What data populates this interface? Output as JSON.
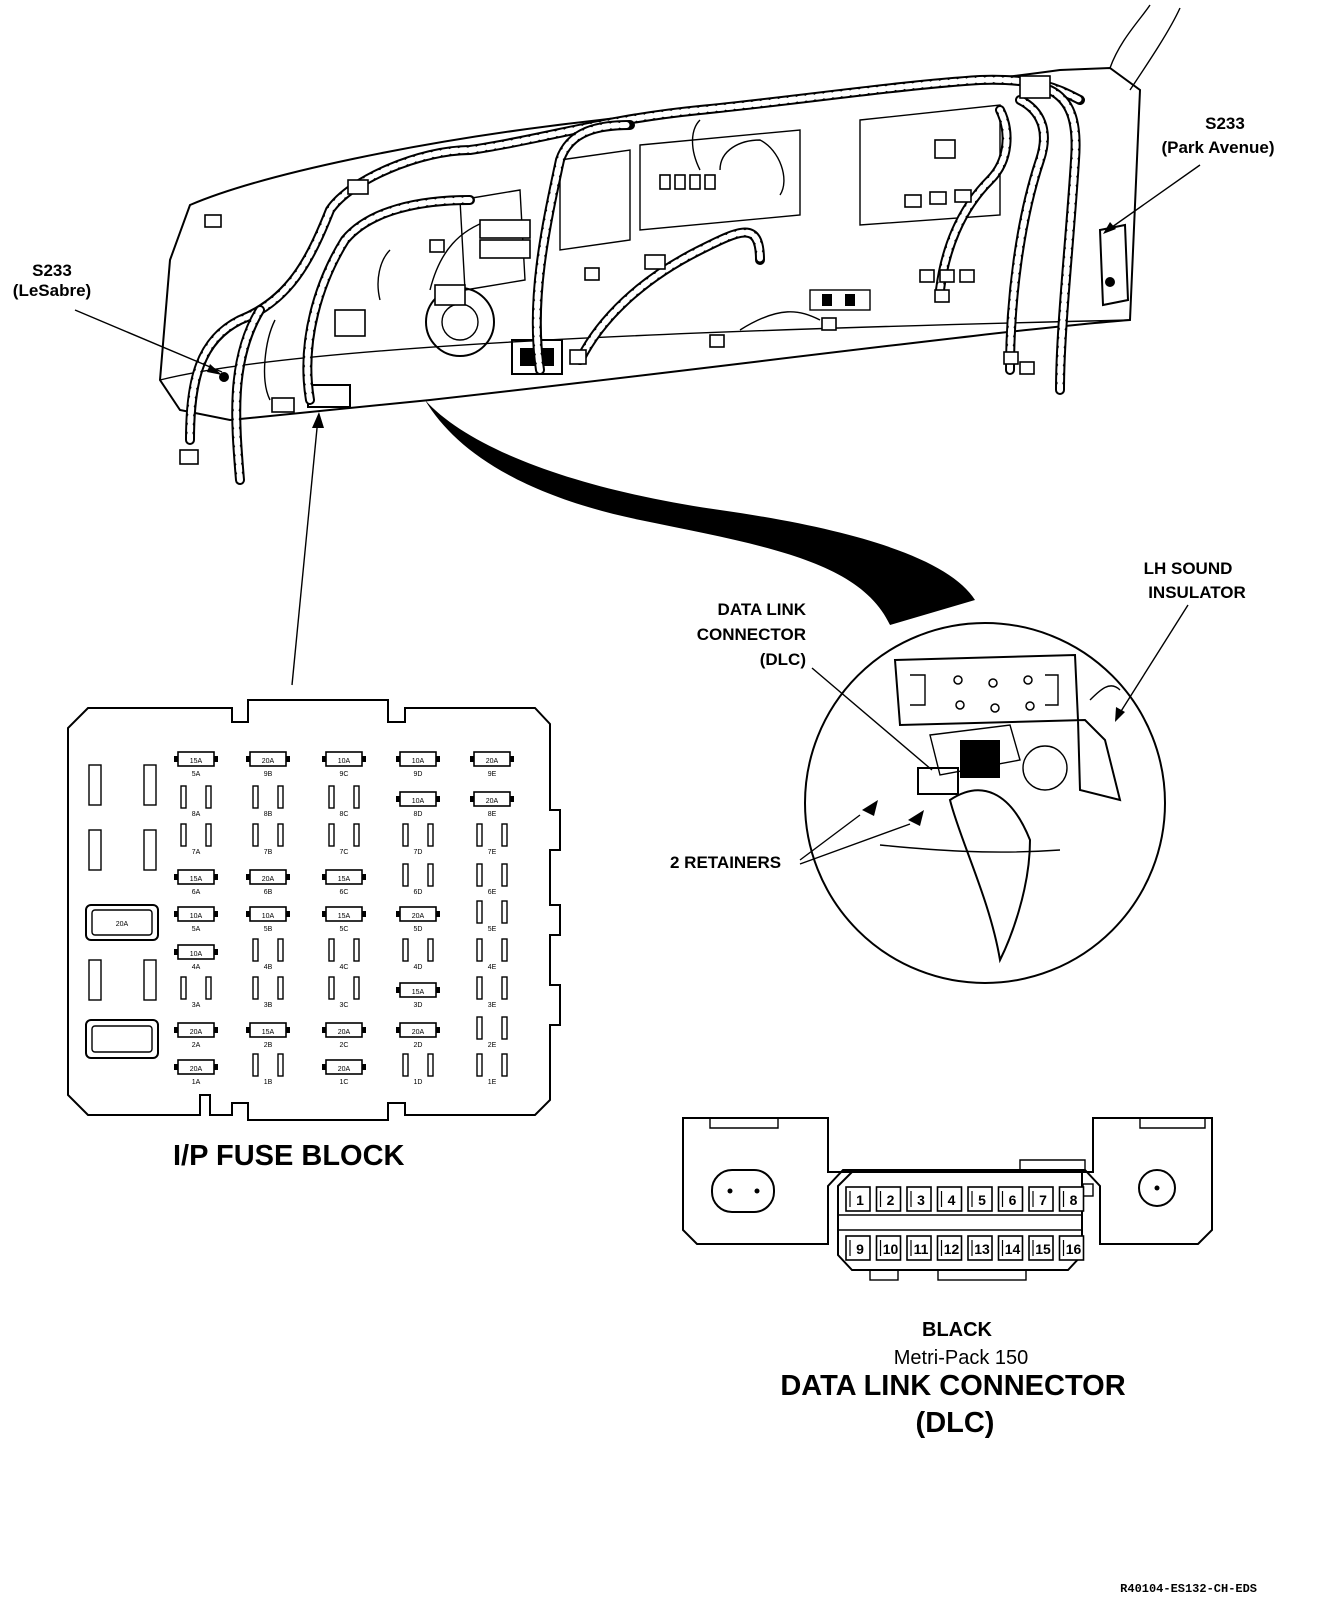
{
  "labels": {
    "s233_lesabre": [
      "S233",
      "(LeSabre)"
    ],
    "s233_parkavenue": [
      "S233",
      "(Park Avenue)"
    ],
    "dlc_callout": [
      "DATA LINK",
      "CONNECTOR",
      "(DLC)"
    ],
    "lh_sound": [
      "LH SOUND",
      "INSULATOR"
    ],
    "retainers": "2 RETAINERS",
    "fuse_block_title": "I/P FUSE BLOCK",
    "dlc_color": "BLACK",
    "dlc_series": "Metri-Pack 150",
    "dlc_title_1": "DATA LINK CONNECTOR",
    "dlc_title_2": "(DLC)",
    "figure_code": "R40104-ES132-CH-EDS"
  },
  "dlc_pins": {
    "top_row": [
      "1",
      "2",
      "3",
      "4",
      "5",
      "6",
      "7",
      "8"
    ],
    "bottom_row": [
      "9",
      "10",
      "11",
      "12",
      "13",
      "14",
      "15",
      "16"
    ]
  },
  "fuse_block": {
    "columns": [
      {
        "fuses": [
          {
            "amp": "15A",
            "pos": "5A"
          },
          {
            "amp": "",
            "pos": "8A"
          },
          {
            "amp": "",
            "pos": "7A"
          },
          {
            "amp": "15A",
            "pos": "6A"
          },
          {
            "amp": "10A",
            "pos": "5A"
          },
          {
            "amp": "10A",
            "pos": "4A"
          },
          {
            "amp": "",
            "pos": "3A"
          },
          {
            "amp": "20A",
            "pos": "2A"
          },
          {
            "amp": "20A",
            "pos": "1A"
          }
        ]
      },
      {
        "fuses": [
          {
            "amp": "20A",
            "pos": "9B"
          },
          {
            "amp": "",
            "pos": "8B"
          },
          {
            "amp": "",
            "pos": "7B"
          },
          {
            "amp": "20A",
            "pos": "6B"
          },
          {
            "amp": "10A",
            "pos": "5B"
          },
          {
            "amp": "",
            "pos": "4B"
          },
          {
            "amp": "",
            "pos": "3B"
          },
          {
            "amp": "15A",
            "pos": "2B"
          },
          {
            "amp": "",
            "pos": "1B"
          }
        ]
      },
      {
        "fuses": [
          {
            "amp": "10A",
            "pos": "9C"
          },
          {
            "amp": "",
            "pos": "8C"
          },
          {
            "amp": "",
            "pos": "7C"
          },
          {
            "amp": "15A",
            "pos": "6C"
          },
          {
            "amp": "15A",
            "pos": "5C"
          },
          {
            "amp": "",
            "pos": "4C"
          },
          {
            "amp": "",
            "pos": "3C"
          },
          {
            "amp": "20A",
            "pos": "2C"
          },
          {
            "amp": "20A",
            "pos": "1C"
          }
        ]
      },
      {
        "fuses": [
          {
            "amp": "10A",
            "pos": "9D"
          },
          {
            "amp": "10A",
            "pos": "8D"
          },
          {
            "amp": "",
            "pos": "7D"
          },
          {
            "amp": "",
            "pos": "6D"
          },
          {
            "amp": "20A",
            "pos": "5D"
          },
          {
            "amp": "",
            "pos": "4D"
          },
          {
            "amp": "15A",
            "pos": "3D"
          },
          {
            "amp": "20A",
            "pos": "2D"
          },
          {
            "amp": "",
            "pos": "1D"
          }
        ]
      },
      {
        "fuses": [
          {
            "amp": "20A",
            "pos": "9E"
          },
          {
            "amp": "20A",
            "pos": "8E"
          },
          {
            "amp": "",
            "pos": "7E"
          },
          {
            "amp": "",
            "pos": "6E"
          },
          {
            "amp": "",
            "pos": "5E"
          },
          {
            "amp": "",
            "pos": "4E"
          },
          {
            "amp": "",
            "pos": "3E"
          },
          {
            "amp": "",
            "pos": "2E"
          },
          {
            "amp": "",
            "pos": "1E"
          }
        ]
      }
    ],
    "relay_label": "20A"
  }
}
